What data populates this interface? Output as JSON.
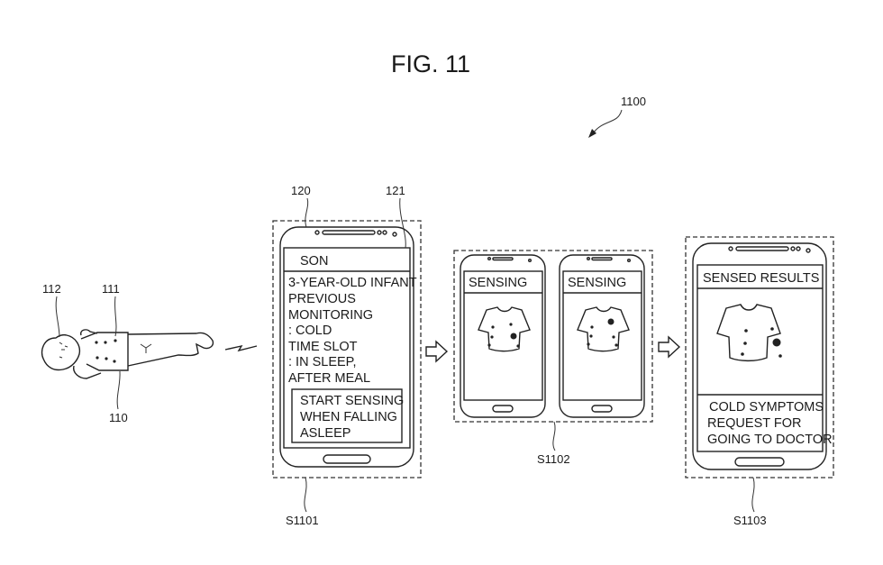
{
  "figure": {
    "title": "FIG. 11",
    "ref_main": "1100"
  },
  "infant": {
    "ref_body": "110",
    "ref_wearable": "111",
    "ref_head": "112"
  },
  "phone1": {
    "ref_device": "120",
    "ref_screen": "121",
    "step": "S1101",
    "header": "SON",
    "lines": [
      "3-YEAR-OLD INFANT",
      "PREVIOUS",
      "MONITORING",
      ": COLD",
      "TIME SLOT",
      ": IN SLEEP,",
      "AFTER MEAL"
    ],
    "action_lines": [
      "START SENSING",
      "WHEN FALLING",
      "ASLEEP"
    ]
  },
  "phone2": {
    "step": "S1102",
    "left_header": "SENSING",
    "right_header": "SENSING"
  },
  "phone3": {
    "step": "S1103",
    "header": "SENSED RESULTS",
    "result_lines": [
      "COLD SYMPTOMS",
      "REQUEST FOR",
      "GOING TO DOCTOR"
    ]
  }
}
